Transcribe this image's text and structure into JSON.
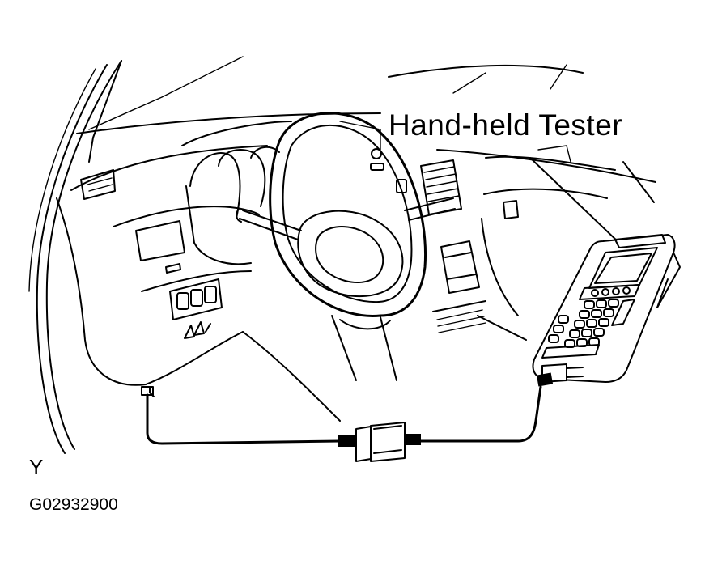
{
  "labels": {
    "tester": "Hand-held  Tester",
    "corner_letter": "Y",
    "figure_id": "G02932900"
  },
  "colors": {
    "line": "#000000",
    "background": "#ffffff"
  }
}
